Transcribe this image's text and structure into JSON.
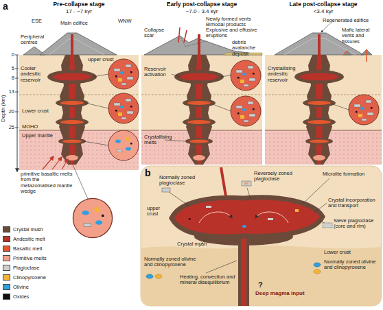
{
  "diagram": {
    "nodes": [
      {
        "text": [
          "Pre-collapse stage",
          "17 - ~7 kyr"
        ]
      },
      {
        "text": [
          "Early post-collapse stage",
          "~7.0 - 3.4 kyr"
        ]
      },
      {
        "text": [
          "Late post-collapse stage",
          "<3.4 kyr"
        ]
      }
    ],
    "labels": [
      "a",
      "ESE",
      "WNW",
      "Depth (km)",
      "0",
      "5",
      "8",
      "13",
      "20",
      "25",
      "Peripheral centres",
      "Main edifice",
      "Cooler andesitic reservoir",
      "upper crust",
      "Lower crust",
      "MOHO",
      "Upper mantle",
      "primitive basaltic melts from the metazomatised mantle wedge",
      "Collapse scar",
      "Newly formed vents",
      "Bimodal products",
      "Explosive and effusive eruptions",
      "debris avalanche deposit",
      "Reservoir activation",
      "Crystallising melts",
      "Regenerated edifice",
      "Mafic lateral vents and fissures",
      "Crystallising andesitic reservoir",
      "b",
      "Normally zoned plagioclase",
      "Reversely zoned plagioclase",
      "Microlite formation",
      "upper crust",
      "Crystal incorporation and transport",
      "Sieve plagioclase (core and rim)",
      "Crystal mush",
      "Normally zoned olivine and clinopyroxene",
      "Heating, convection and mineral disequilibrium",
      "Lower crust",
      "Normally zoned olivine and clinopyroxene",
      "?",
      "Deep magma input"
    ],
    "legend": [
      {
        "text": "Crystal mush",
        "color": "#6b4a3a"
      },
      {
        "text": "Andesitic melt",
        "color": "#b8322a"
      },
      {
        "text": "Basaltic melt",
        "color": "#e4572e"
      },
      {
        "text": "Primitive melts",
        "color": "#f2a08a"
      },
      {
        "text": "Plagioclase",
        "color": "#cfcfcf"
      },
      {
        "text": "Clinopyroxene",
        "color": "#f5b335"
      },
      {
        "text": "Olivine",
        "color": "#2f9fe0"
      },
      {
        "text": "Oxides",
        "color": "#111111"
      }
    ]
  }
}
